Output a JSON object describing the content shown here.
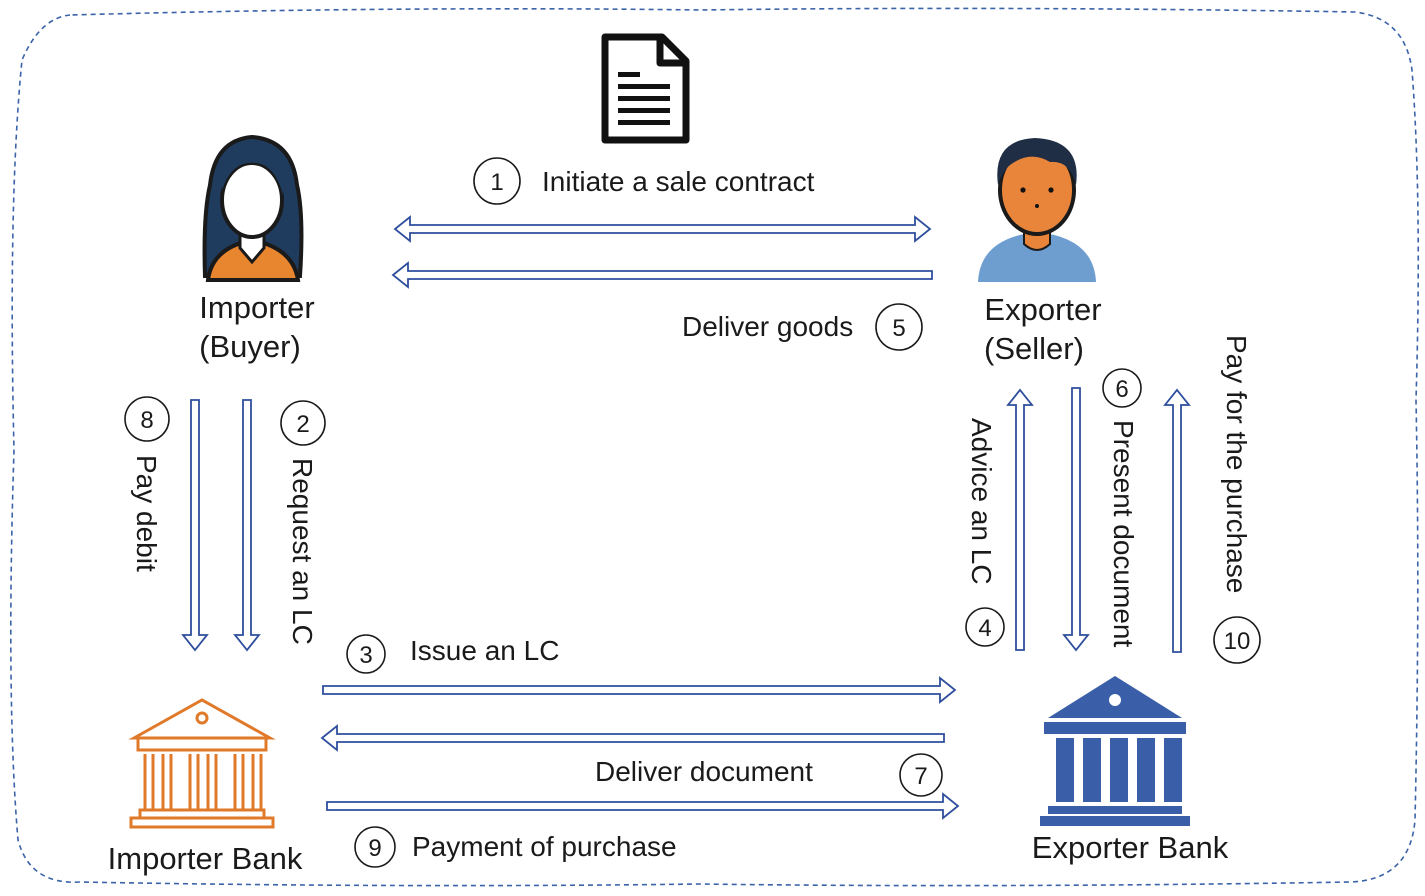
{
  "actors": {
    "importer_line1": "Importer",
    "importer_line2": "(Buyer)",
    "exporter_line1": "Exporter",
    "exporter_line2": "(Seller)",
    "importer_bank": "Importer Bank",
    "exporter_bank": "Exporter Bank"
  },
  "steps": {
    "s1": {
      "num": "1",
      "label": "Initiate a sale contract"
    },
    "s2": {
      "num": "2",
      "label": "Request an LC"
    },
    "s3": {
      "num": "3",
      "label": "Issue an LC"
    },
    "s4": {
      "num": "4",
      "label": "Advice an LC"
    },
    "s5": {
      "num": "5",
      "label": "Deliver goods"
    },
    "s6": {
      "num": "6",
      "label": "Present document"
    },
    "s7": {
      "num": "7",
      "label": "Deliver document"
    },
    "s8": {
      "num": "8",
      "label": "Pay debit"
    },
    "s9": {
      "num": "9",
      "label": "Payment of purchase"
    },
    "s10": {
      "num": "10",
      "label": "Pay for the purchase"
    }
  },
  "icons": {
    "contract": "document-icon",
    "importer": "woman-avatar-icon",
    "exporter": "man-avatar-icon",
    "importer_bank": "bank-outline-icon",
    "exporter_bank": "bank-solid-icon"
  },
  "colors": {
    "arrow": "#2f4f9c",
    "border": "#3b63a8",
    "importer_bank": "#e07a2a",
    "exporter_bank": "#3a5ea8",
    "skin_importer": "#ffffff",
    "hair": "#1f3c5e",
    "skin_exporter": "#e8853a",
    "shirt_importer": "#e8852f",
    "shirt_exporter": "#6e9dd0"
  }
}
